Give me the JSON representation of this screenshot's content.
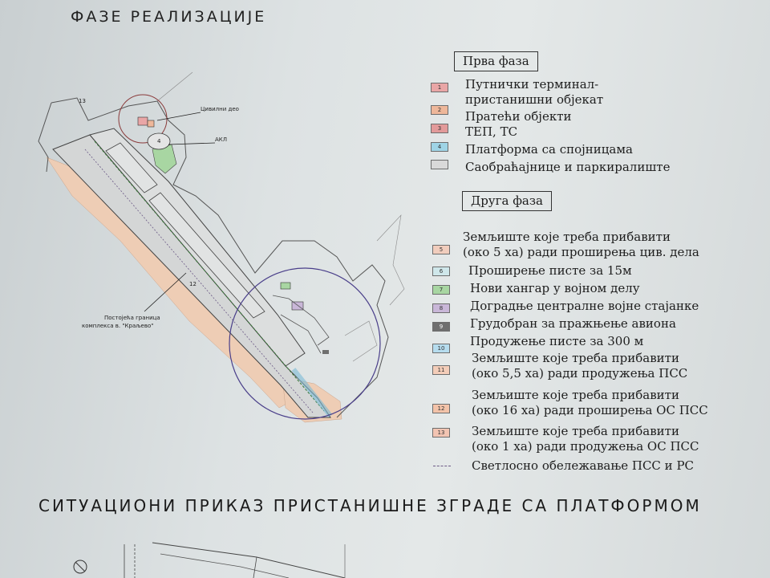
{
  "title": "ФАЗЕ РЕАЛИЗАЦИЈЕ",
  "bottom_title": "СИТУАЦИОНИ ПРИКАЗ ПРИСТАНИШНЕ ЗГРАДЕ СА ПЛАТФОРМОМ",
  "plan_labels": {
    "civil": "Цивилни део",
    "akl": "АКЛ",
    "boundary_1": "Постојећа граница",
    "boundary_2": "комплекса в. \"Краљево\"",
    "num_13": "13",
    "num_12": "12",
    "num_4": "4"
  },
  "phase1": {
    "header": "Прва фаза",
    "items": [
      {
        "num": "1",
        "lines": [
          "Путнички терминал-",
          "пристанишни објекат"
        ]
      },
      {
        "num": "2",
        "lines": [
          "Пратећи објекти"
        ]
      },
      {
        "num": "3",
        "lines": [
          "ТЕП, ТС"
        ]
      },
      {
        "num": "4",
        "lines": [
          "Платформа са спојницама"
        ]
      },
      {
        "num": "",
        "lines": [
          "Саобраћајнице и паркиралиште"
        ]
      }
    ]
  },
  "phase2": {
    "header": "Друга фаза",
    "items": [
      {
        "num": "5",
        "lines": [
          "Земљиште које треба прибавити",
          "(око 5 ха) ради проширења цив. дела"
        ]
      },
      {
        "num": "6",
        "lines": [
          "Проширење писте за 15м"
        ]
      },
      {
        "num": "7",
        "lines": [
          "Нови хангар у војном делу"
        ]
      },
      {
        "num": "8",
        "lines": [
          "Доградње централне војне стајанке"
        ]
      },
      {
        "num": "9",
        "lines": [
          "Грудобран за пражњење авиона"
        ]
      },
      {
        "num": "10",
        "lines": [
          "Продужење писте за 300 м"
        ]
      },
      {
        "num": "11",
        "lines": [
          "Земљиште које треба прибавити",
          "(око 5,5 ха) ради продужења ПСС"
        ]
      },
      {
        "num": "12",
        "lines": [
          "Земљиште које треба прибавити",
          "(око 16 ха) ради проширења ОС ПСС"
        ]
      },
      {
        "num": "13",
        "lines": [
          "Земљиште које треба прибавити",
          "(око 1 ха) ради продужења ОС ПСС"
        ]
      },
      {
        "num": "",
        "lines": [
          "Светлосно обележавање ПСС и РС"
        ]
      }
    ]
  },
  "colors": {
    "sw1": "#e9a6a6",
    "sw2": "#eeb79a",
    "sw3": "#e29a9a",
    "sw4": "#9fd4e6",
    "sw_road": "#d9d9d9",
    "sw5": "#f1cdbd",
    "sw6": "#cfe7ea",
    "sw7": "#a8d6a2",
    "sw8": "#c9b7d8",
    "sw9": "#6f6f6f",
    "sw10": "#b6dcee",
    "sw11": "#f3cdb9",
    "sw12": "#f3c3a9",
    "sw13": "#f2c4b2",
    "land": "#eecdb5",
    "runway": "#d4d6d6",
    "circle": "#4a3f8a",
    "boundary": "#555555"
  }
}
